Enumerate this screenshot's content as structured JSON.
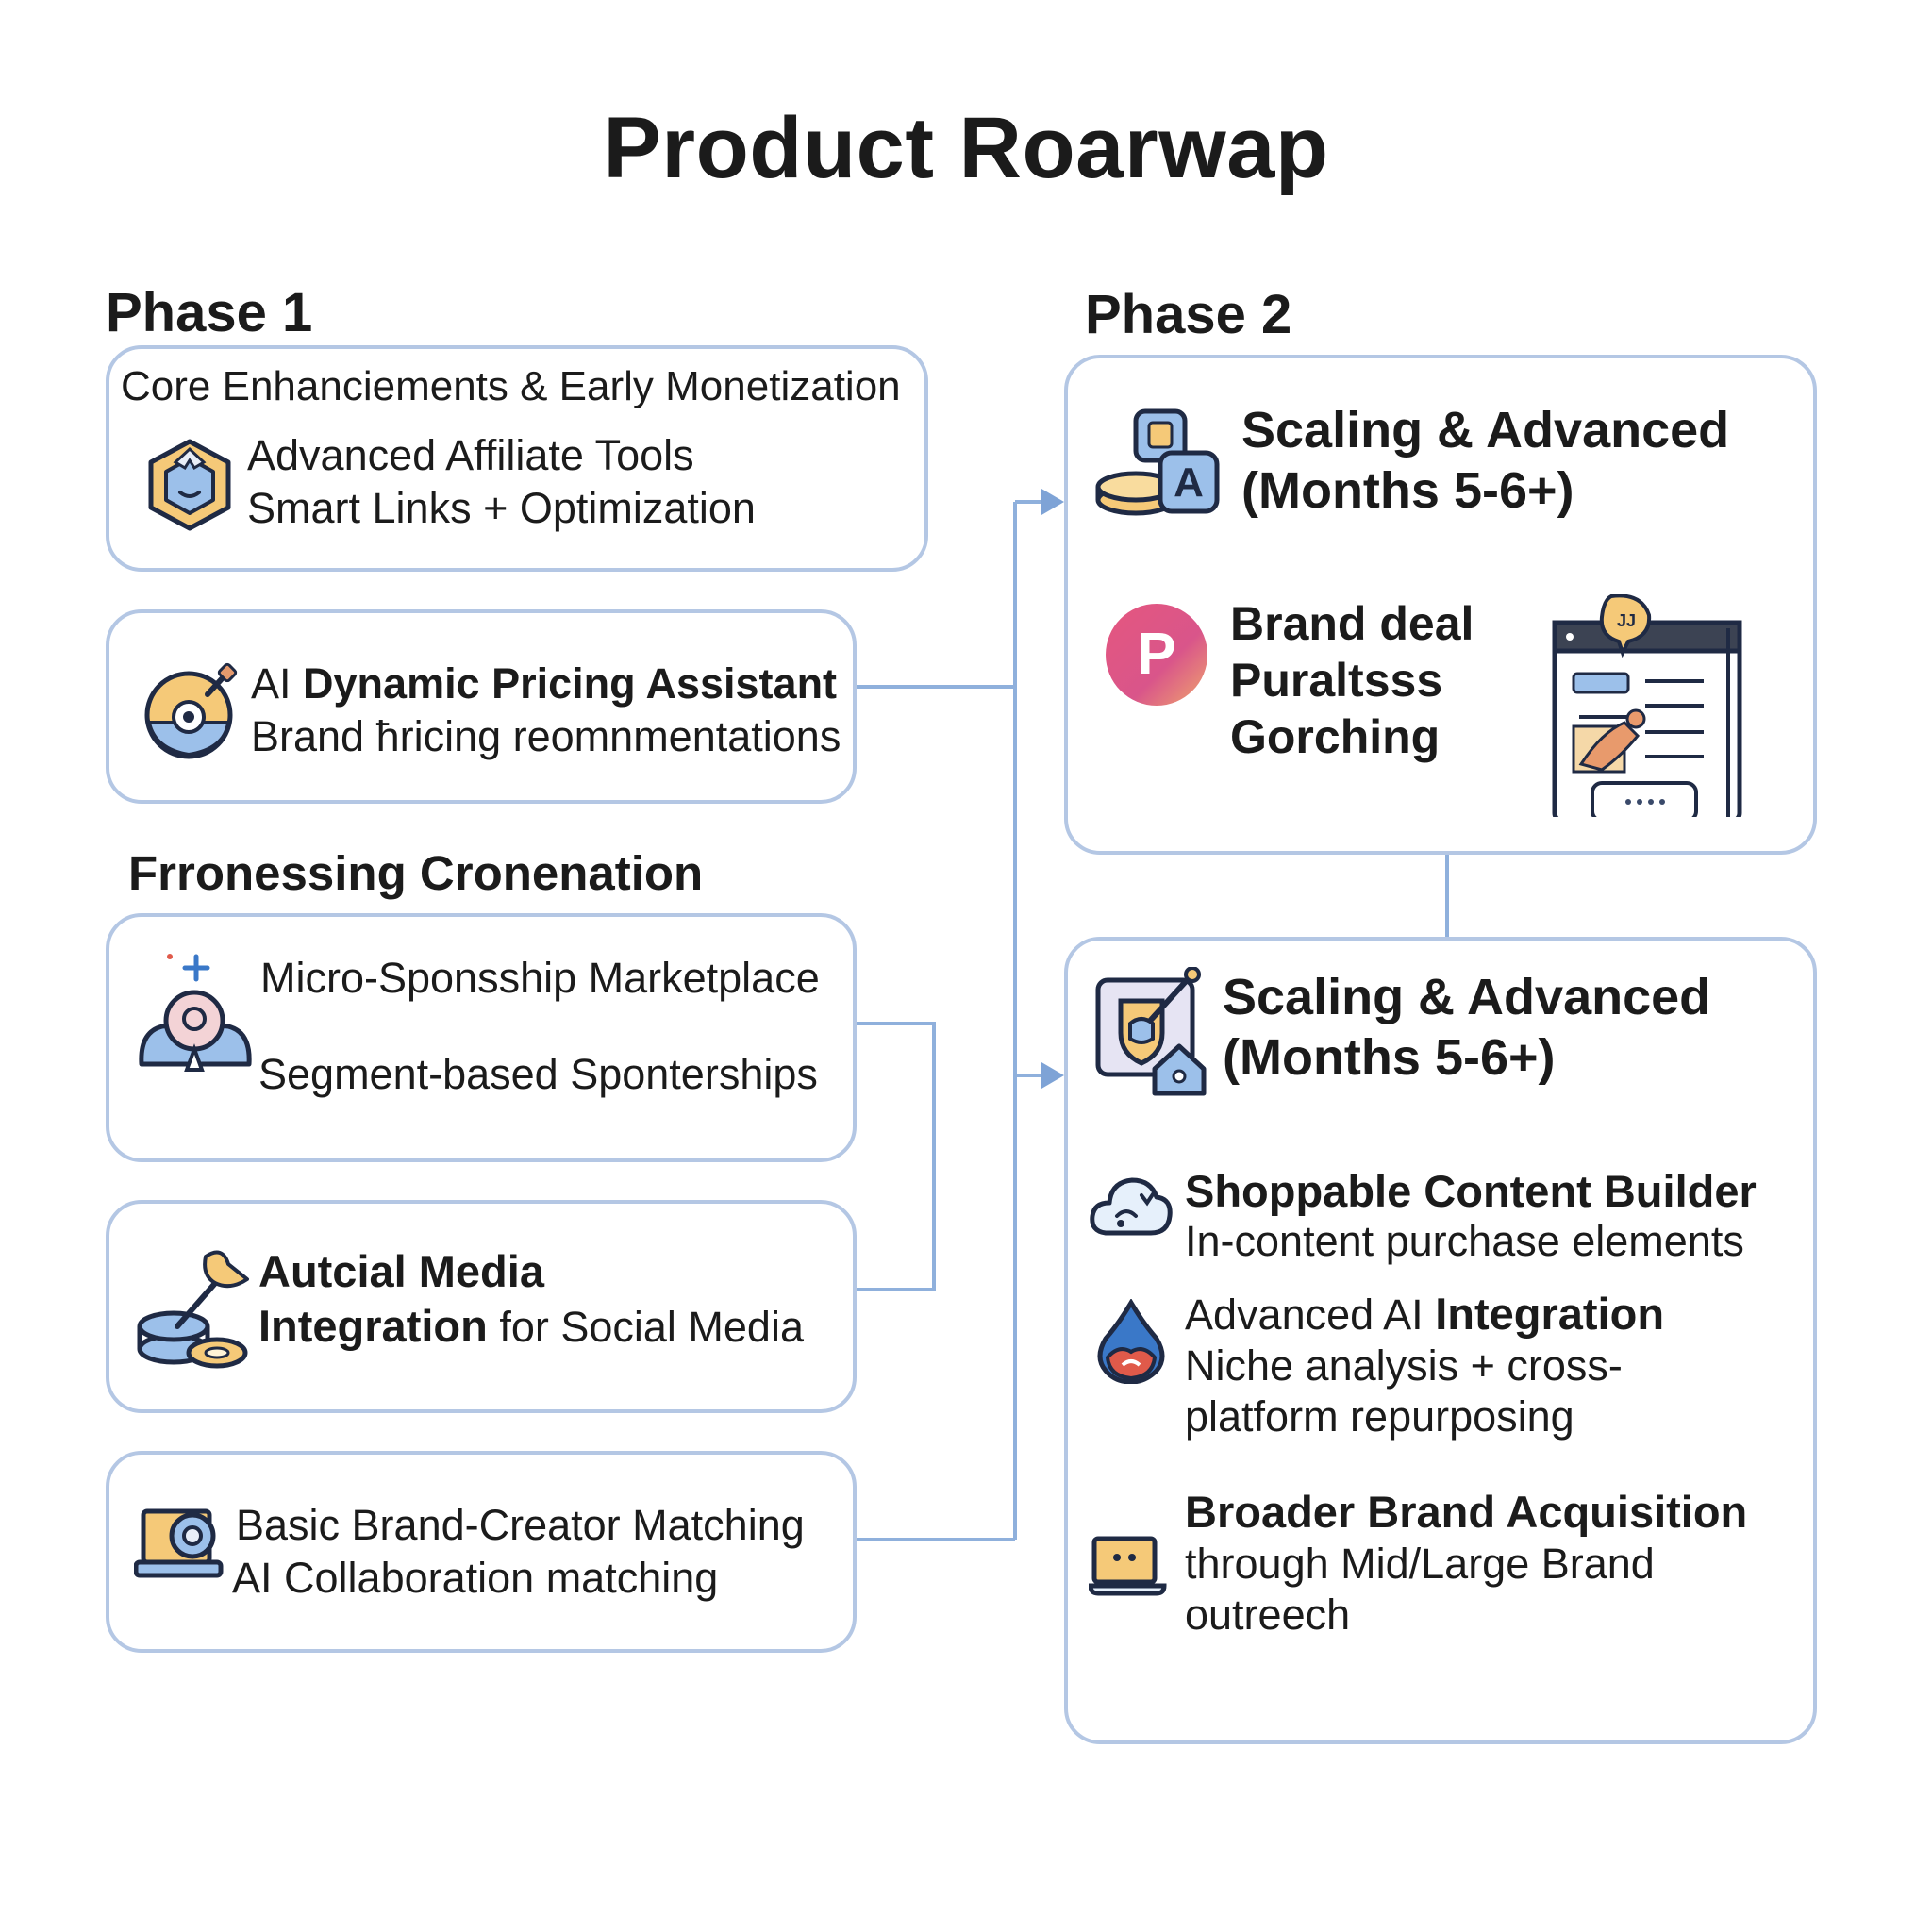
{
  "title": "Product Roarwap",
  "phase1": {
    "heading": "Phase 1",
    "card1": {
      "header": "Core Enhanciements & Early Monetization",
      "line1": "Advanced Affiliate Tools",
      "line2": "Smart Links + Optimization",
      "icon": "hexagon-cube-icon"
    },
    "card2": {
      "line1_prefix": "AI ",
      "line1_bold": "Dynamic Pricing Assistant",
      "line2": "Brand ħricing reomnmentations",
      "icon": "pricing-gauge-icon"
    },
    "section_heading": "Frronessing Cronenation",
    "card3": {
      "line1": "Micro-Sponsship Marketplace",
      "line2": "Segment-based Sponterships",
      "icon": "person-pin-icon"
    },
    "card4": {
      "line1": "Autcial Media",
      "line2_bold": "Integration",
      "line2_rest": " for Social Media",
      "icon": "coins-pin-icon"
    },
    "card5": {
      "line1": "Basic Brand-Creator Matching",
      "line2": "AI Collaboration matching",
      "icon": "laptop-match-icon"
    }
  },
  "phase2": {
    "heading": "Phase 2",
    "card1": {
      "title_line1": "Scaling & Advanced",
      "title_line2": "(Months 5-6+)",
      "icon": "coin-letter-a-icon",
      "feature": {
        "line1": "Brand deal",
        "line2": "Puraltsss",
        "line3": "Gorching",
        "logo_letter": "P",
        "icon": "p-logo-icon",
        "illustration": "document-chat-icon",
        "chat_text": "JJ"
      }
    },
    "card2": {
      "title_line1": "Scaling & Advanced",
      "title_line2": "(Months 5-6+)",
      "icon": "shield-house-icon",
      "items": [
        {
          "title": "Shoppable Content Builder",
          "desc": "In-content purchase elements",
          "icon": "cloud-shop-icon"
        },
        {
          "title_prefix": "Advanced AI ",
          "title_bold": "Integration",
          "desc_line1": "Niche analysis + cross-",
          "desc_line2": "platform repurposing",
          "icon": "flame-drop-icon"
        },
        {
          "title": "Broader Brand Acquisition",
          "desc_line1": "through Mid/Large Brand",
          "desc_line2": "outreech",
          "icon": "laptop-icon"
        }
      ]
    }
  },
  "colors": {
    "border": "#b4c7e4",
    "connector": "#8fb0dc",
    "arrow": "#7ea3d6",
    "text": "#1b1b1b"
  }
}
